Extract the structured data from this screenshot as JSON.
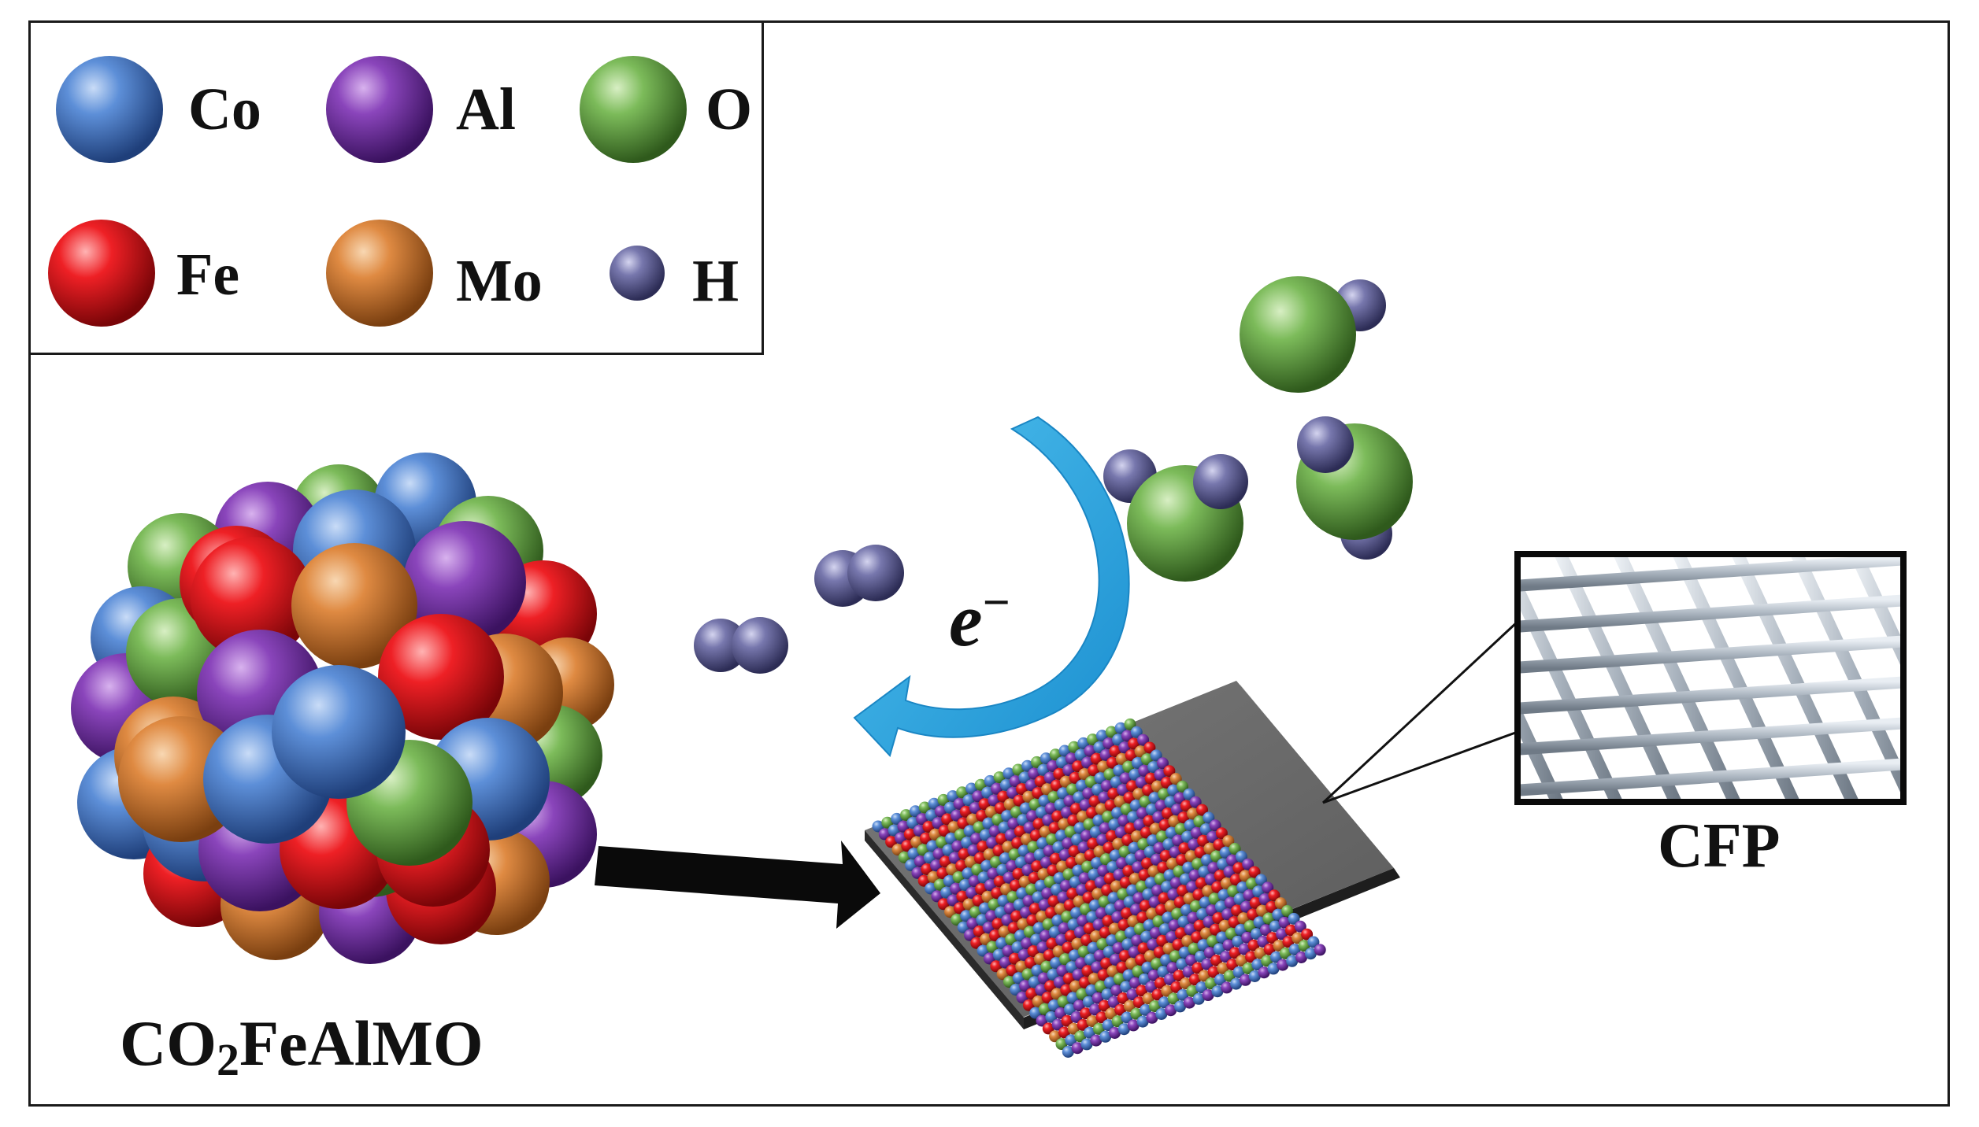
{
  "legend": {
    "items": [
      {
        "symbol": "Co",
        "color": "#3f72c0"
      },
      {
        "symbol": "Al",
        "color": "#7a34a8"
      },
      {
        "symbol": "O",
        "color": "#6fae4f"
      },
      {
        "symbol": "Fe",
        "color": "#e0161c"
      },
      {
        "symbol": "Mo",
        "color": "#d9823a"
      },
      {
        "symbol": "H",
        "color": "#6a6aa0"
      }
    ]
  },
  "compound": {
    "prefix": "CO",
    "subscript": "2",
    "suffix": "FeAlMO"
  },
  "substrate_label": "CFP",
  "electron": {
    "symbol": "e",
    "charge": "−"
  }
}
